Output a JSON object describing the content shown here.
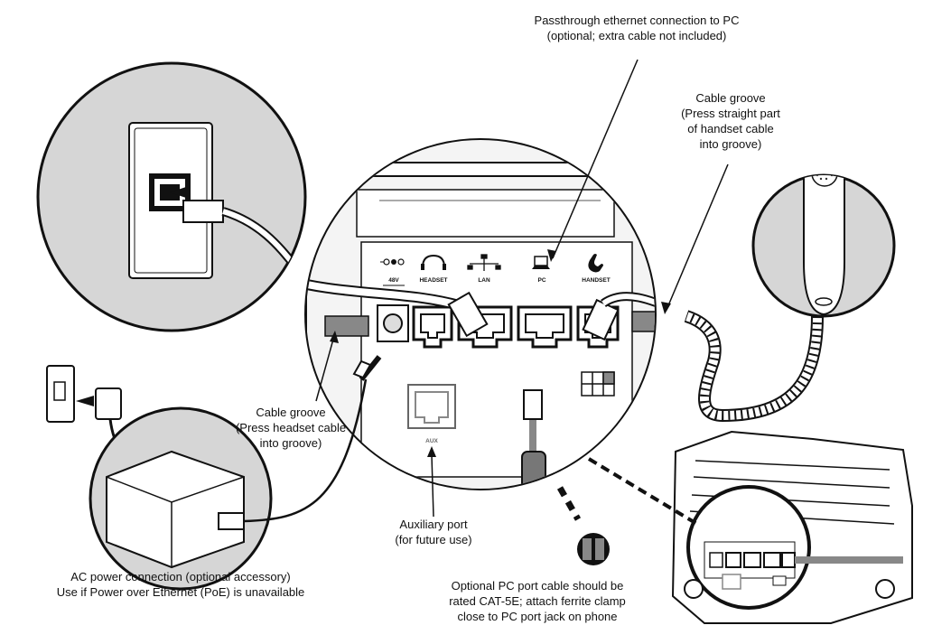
{
  "callouts": {
    "passthrough_line1": "Passthrough ethernet connection to PC",
    "passthrough_line2": "(optional; extra cable not included)",
    "groove_right_line1": "Cable groove",
    "groove_right_line2": "(Press straight part",
    "groove_right_line3": "of handset cable",
    "groove_right_line4": "into groove)",
    "groove_left_line1": "Cable groove",
    "groove_left_line2": "(Press headset cable",
    "groove_left_line3": "into groove)",
    "aux_line1": "Auxiliary port",
    "aux_line2": "(for future use)",
    "ac_line1": "AC power connection (optional accessory)",
    "ac_line2": "Use if Power over Ethernet (PoE) is unavailable",
    "pc_cable_line1": "Optional PC port cable should be",
    "pc_cable_line2": "rated CAT-5E; attach ferrite clamp",
    "pc_cable_line3": "close to PC port jack on phone"
  },
  "port_labels": {
    "power": "48V",
    "headset": "HEADSET",
    "lan": "LAN",
    "pc": "PC",
    "handset": "HANDSET",
    "aux": "AUX"
  },
  "icons": [
    "power-symbol-icon",
    "headset-icon",
    "network-icon",
    "computer-icon",
    "handset-icon",
    "wall-outlet-icon"
  ]
}
